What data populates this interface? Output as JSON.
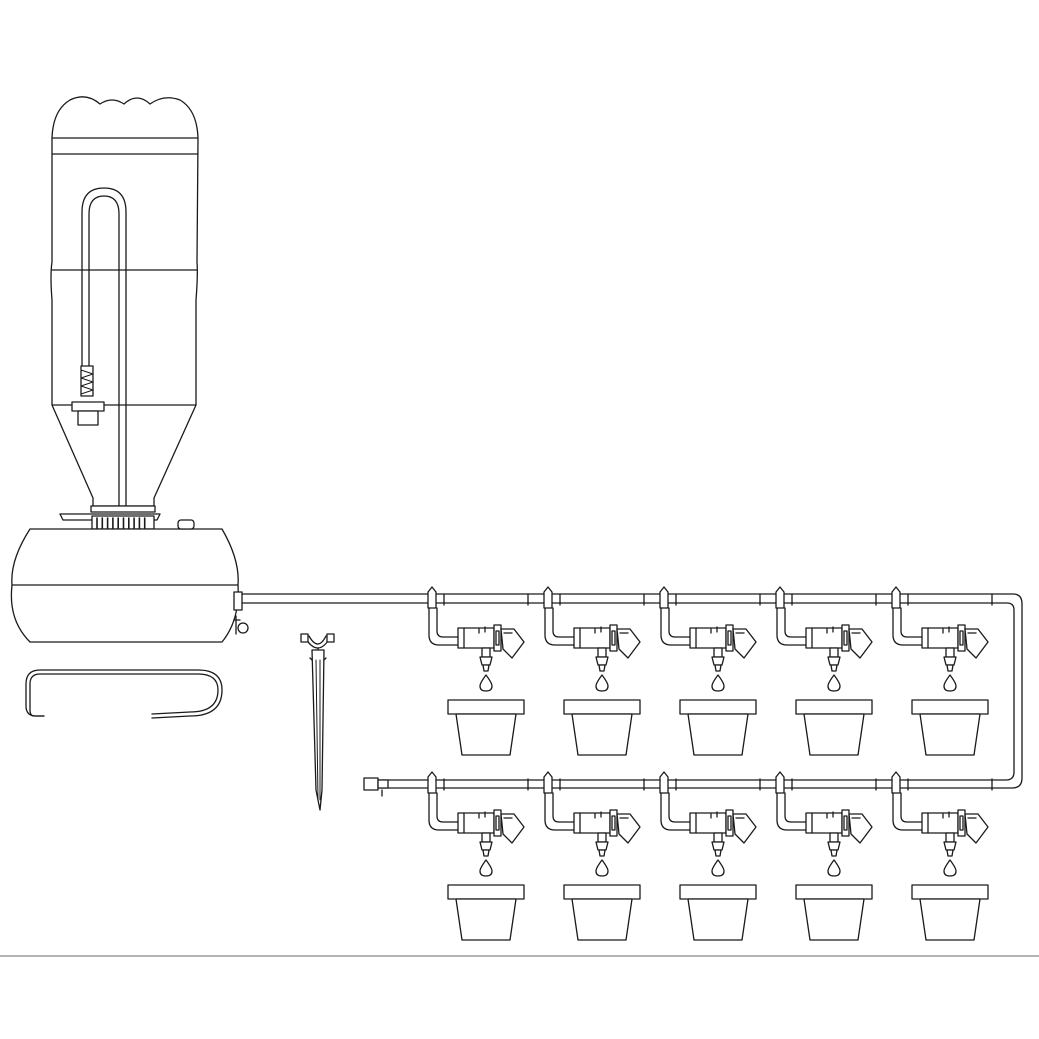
{
  "diagram": {
    "components": {
      "bottle": "inverted-bottle-reservoir",
      "pump_base": "control-base-unit",
      "hook": "hanging-hook",
      "ground_stake": "ground-stake",
      "dripper_count": 10,
      "pot_count": 10,
      "rows": 2,
      "columns": 5
    },
    "colors": {
      "line": "#1a1a1a",
      "fill": "#ffffff",
      "floor_line": "#888888"
    }
  }
}
